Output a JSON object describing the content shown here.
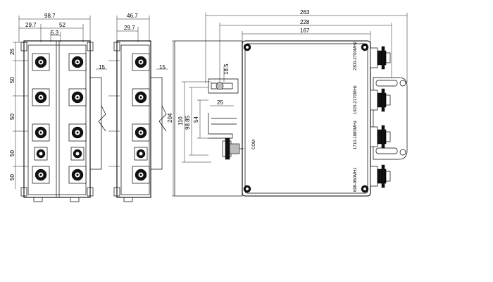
{
  "front_view": {
    "overall_width": "98.7",
    "left_offset": "29.7",
    "center_spacing": "52",
    "small_gap": "5.3",
    "top_offset": "26",
    "pitch_1": "50",
    "pitch_2": "50",
    "pitch_3": "50",
    "pitch_4": "50",
    "side_flange": "15"
  },
  "side_view": {
    "overall_width": "46.7",
    "left_offset": "29.7",
    "side_flange": "15"
  },
  "top_view": {
    "length_total": "263",
    "length_ports": "228",
    "length_body": "167",
    "height_total": "204",
    "height_a": "110",
    "height_b": "98.85",
    "height_c": "54",
    "dim_25": "25",
    "dim_18_5": "18.5",
    "com_label": "COM",
    "band_labels": [
      "2300-2700MHz",
      "1920-2170MHz",
      "1710-1880MHz",
      "698-960MHz"
    ]
  }
}
